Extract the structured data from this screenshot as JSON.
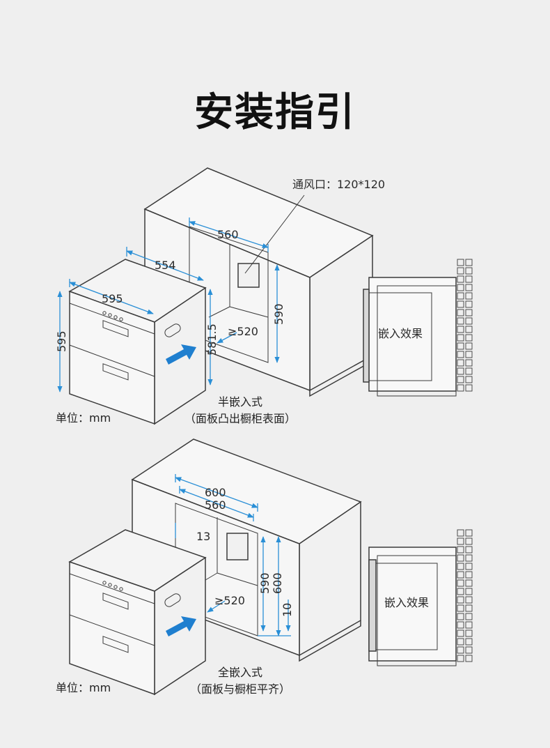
{
  "title": "安装指引",
  "colors": {
    "dimension": "#2a8fd6",
    "arrow": "#1f7fcf",
    "line": "#3a3a3a",
    "background": "#efefef"
  },
  "top": {
    "vent_label": "通风口：120*120",
    "dims": {
      "d560": "560",
      "d554": "554",
      "d595w": "595",
      "d595h": "595",
      "d5815": "581.5",
      "d520": "≥520",
      "d590": "590"
    },
    "effect_label": "嵌入效果",
    "unit": "单位：mm",
    "caption_line1": "半嵌入式",
    "caption_line2": "（面板凸出橱柜表面）"
  },
  "bottom": {
    "dims": {
      "d600w": "600",
      "d560": "560",
      "d13": "13",
      "d520": "≥520",
      "d590": "590",
      "d600h": "600",
      "d10": "10"
    },
    "effect_label": "嵌入效果",
    "unit": "单位：mm",
    "caption_line1": "全嵌入式",
    "caption_line2": "（面板与橱柜平齐）"
  }
}
